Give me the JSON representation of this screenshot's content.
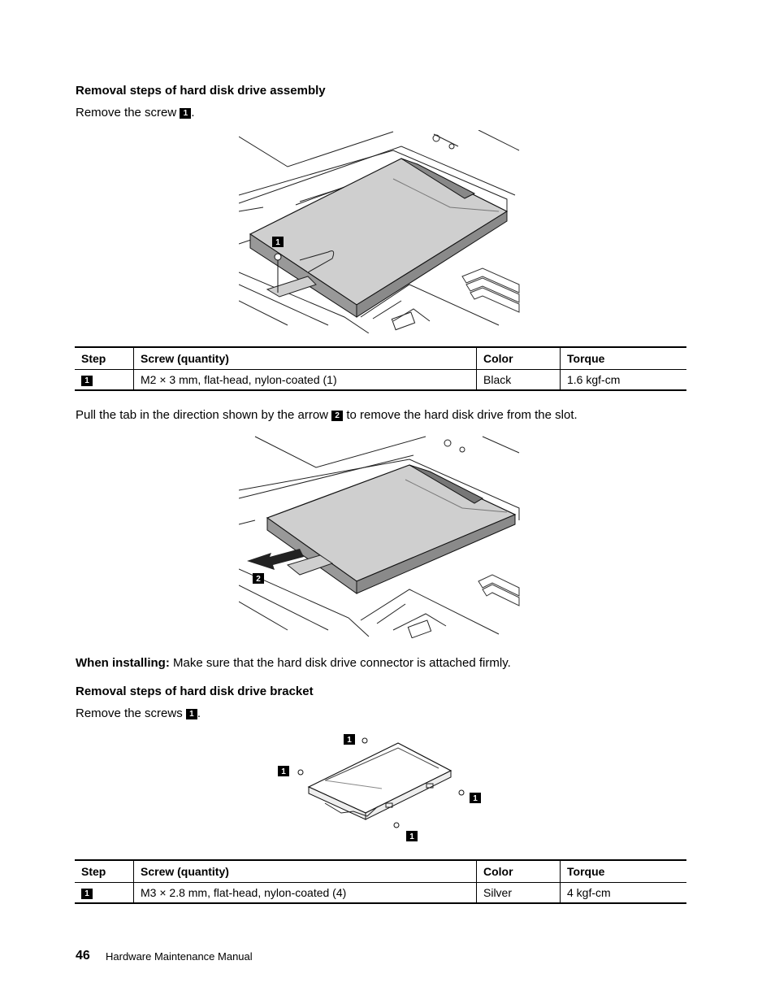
{
  "section1": {
    "heading": "Removal steps of hard disk drive assembly",
    "instruction": "Remove the screw",
    "callout": "1",
    "instruction_end": "."
  },
  "table1": {
    "headers": [
      "Step",
      "Screw (quantity)",
      "Color",
      "Torque"
    ],
    "row": {
      "step": "1",
      "screw": "M2 × 3 mm, flat-head, nylon-coated (1)",
      "color": "Black",
      "torque": "1.6 kgf-cm"
    }
  },
  "step2": {
    "text_before": "Pull the tab in the direction shown by the arrow",
    "callout": "2",
    "text_after": "to remove the hard disk drive from the slot."
  },
  "figure2": {
    "callout": "2"
  },
  "figure1": {
    "callout": "1"
  },
  "installing": {
    "label": "When installing:",
    "text": "Make sure that the hard disk drive connector is attached firmly."
  },
  "section2": {
    "heading": "Removal steps of hard disk drive bracket",
    "instruction": "Remove the screws",
    "callout": "1",
    "instruction_end": "."
  },
  "figure3": {
    "callout": "1"
  },
  "table2": {
    "headers": [
      "Step",
      "Screw (quantity)",
      "Color",
      "Torque"
    ],
    "row": {
      "step": "1",
      "screw": "M3 × 2.8 mm, flat-head, nylon-coated (4)",
      "color": "Silver",
      "torque": "4 kgf-cm"
    }
  },
  "footer": {
    "page_number": "46",
    "title": "Hardware Maintenance Manual"
  }
}
